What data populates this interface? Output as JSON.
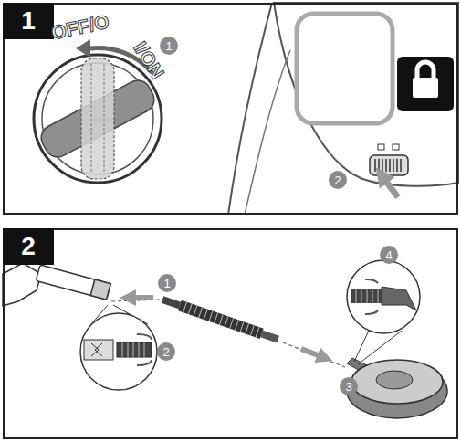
{
  "diagram": {
    "nodes": [
      {
        "text": [
          "1"
        ]
      },
      {
        "text": [
          "1"
        ],
        "in": 0
      },
      {
        "text": [
          "2"
        ],
        "in": 0
      },
      {
        "text": [
          "2"
        ]
      },
      {
        "text": [
          "1"
        ],
        "in": 3
      },
      {
        "text": [
          "2"
        ],
        "in": 3
      },
      {
        "text": [
          "3"
        ],
        "in": 3
      },
      {
        "text": [
          "4"
        ],
        "in": 3
      }
    ],
    "labels": [
      "OFF/O",
      "I/ON"
    ]
  }
}
